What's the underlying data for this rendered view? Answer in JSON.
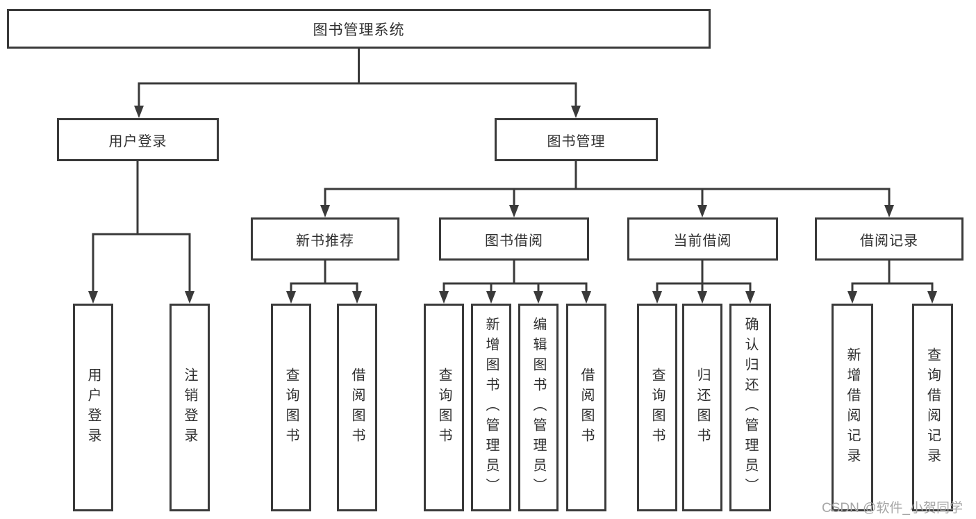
{
  "colors": {
    "line": "#3a3a3a",
    "text": "#303030",
    "bg": "#ffffff",
    "watermark": "#a6a6a6"
  },
  "watermark": "CSDN @软件_小贺同学",
  "tree": {
    "label": "图书管理系统",
    "children": [
      {
        "label": "用户登录",
        "children": [
          {
            "label": "用户登录"
          },
          {
            "label": "注销登录"
          }
        ]
      },
      {
        "label": "图书管理",
        "children": [
          {
            "label": "新书推荐",
            "children": [
              {
                "label": "查询图书"
              },
              {
                "label": "借阅图书"
              }
            ]
          },
          {
            "label": "图书借阅",
            "children": [
              {
                "label": "查询图书"
              },
              {
                "label": "新增图书（管理员）"
              },
              {
                "label": "编辑图书（管理员）"
              },
              {
                "label": "借阅图书"
              }
            ]
          },
          {
            "label": "当前借阅",
            "children": [
              {
                "label": "查询图书"
              },
              {
                "label": "归还图书"
              },
              {
                "label": "确认归还（管理员）"
              }
            ]
          },
          {
            "label": "借阅记录",
            "children": [
              {
                "label": "新增借阅记录"
              },
              {
                "label": "查询借阅记录"
              }
            ]
          }
        ]
      }
    ]
  }
}
